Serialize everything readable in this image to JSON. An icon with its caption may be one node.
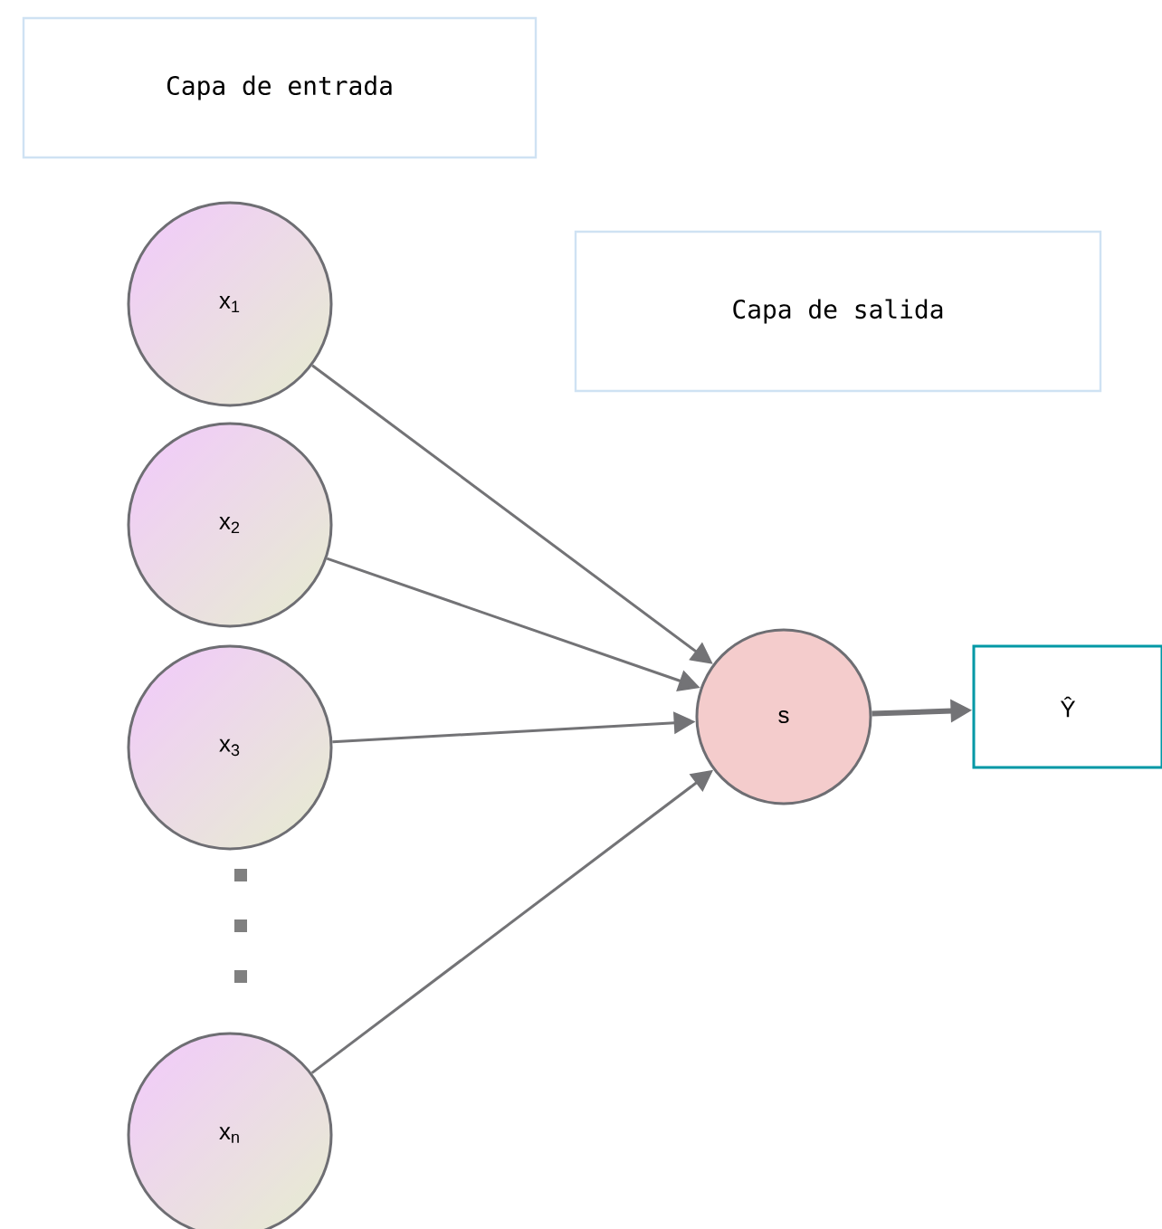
{
  "diagram": {
    "nodes": [
      {
        "text": [
          "Capa de entrada"
        ]
      },
      {
        "text": [
          "Capa de salida"
        ]
      },
      {
        "text": [
          "x$_{1}$"
        ]
      },
      {
        "text": [
          "x$_{2}$"
        ]
      },
      {
        "text": [
          "x$_{3}$"
        ]
      },
      {
        "text": [
          "x$_{n}$"
        ]
      },
      {
        "text": [
          "s"
        ]
      },
      {
        "text": [
          "Ŷ"
        ]
      }
    ],
    "edges": [
      {
        "from": 2,
        "to": 6,
        "arrow": "to"
      },
      {
        "from": 3,
        "to": 6,
        "arrow": "to"
      },
      {
        "from": 4,
        "to": 6,
        "arrow": "to"
      },
      {
        "from": 5,
        "to": 6,
        "arrow": "to"
      },
      {
        "from": 6,
        "to": 7,
        "arrow": "to",
        "style": "thick"
      }
    ]
  }
}
